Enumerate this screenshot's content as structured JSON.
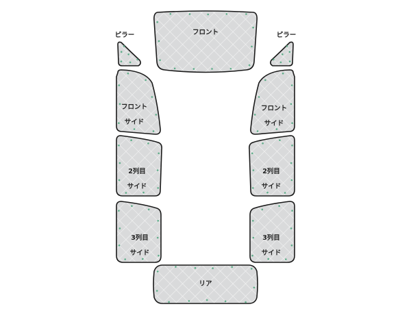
{
  "panels": {
    "front": {
      "label": "フロント"
    },
    "pillar_left": {
      "label": "ピラー"
    },
    "pillar_right": {
      "label": "ピラー"
    },
    "front_side_left": {
      "line1": "フロント",
      "line2": "サイド"
    },
    "front_side_right": {
      "line1": "フロント",
      "line2": "サイド"
    },
    "row2_left": {
      "line1": "2列目",
      "line2": "サイド"
    },
    "row2_right": {
      "line1": "2列目",
      "line2": "サイド"
    },
    "row3_left": {
      "line1": "3列目",
      "line2": "サイド"
    },
    "row3_right": {
      "line1": "3列目",
      "line2": "サイド"
    },
    "rear": {
      "label": "リア"
    }
  },
  "colors": {
    "panel_fill": "#d9dadb",
    "quilt_line": "#f4f4f4",
    "outline": "#1a1a1a",
    "rivet": "#5fae8a"
  }
}
